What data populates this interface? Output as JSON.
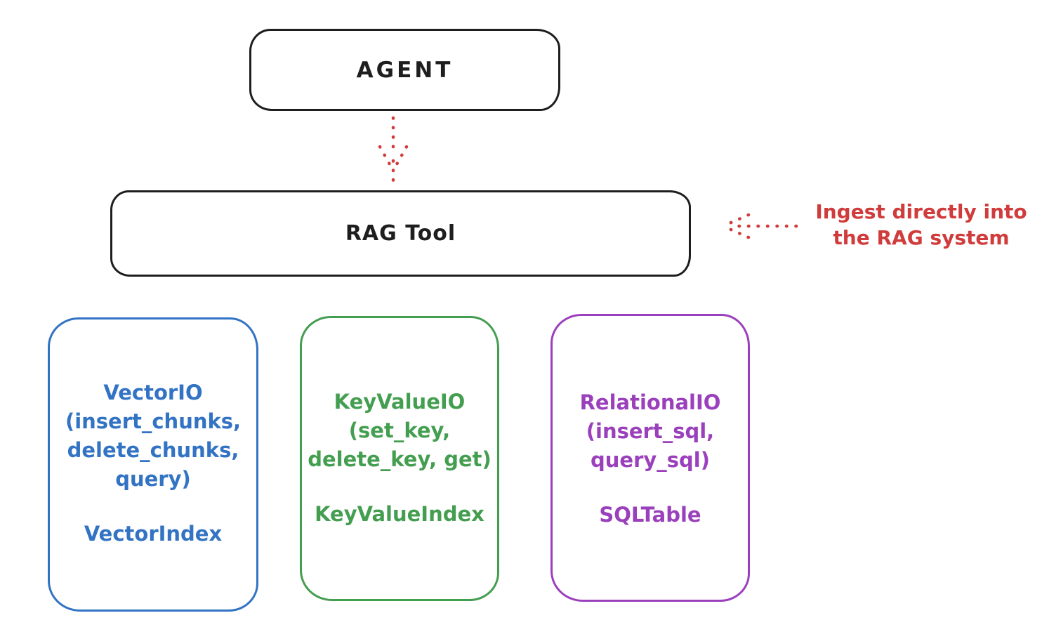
{
  "agent_box": {
    "label": "AGENT"
  },
  "rag_box": {
    "label": "RAG Tool"
  },
  "annotation": {
    "line1": "Ingest directly into",
    "line2": "the RAG system",
    "color": "#d03b3b"
  },
  "arrows": {
    "agent_to_rag": {
      "style": "dotted",
      "color": "#d03b3b",
      "direction": "down"
    },
    "annotation_to_rag": {
      "style": "dotted",
      "color": "#d03b3b",
      "direction": "left"
    }
  },
  "io_boxes": [
    {
      "id": "vector-io",
      "border_color": "#3273c4",
      "lines": [
        "VectorIO",
        "(insert_chunks,",
        "delete_chunks,",
        "query)"
      ],
      "index_label": "VectorIndex"
    },
    {
      "id": "keyvalue-io",
      "border_color": "#449e50",
      "lines": [
        "KeyValueIO",
        "(set_key,",
        "delete_key, get)"
      ],
      "index_label": "KeyValueIndex"
    },
    {
      "id": "relational-io",
      "border_color": "#9b40bc",
      "lines": [
        "RelationalIO",
        "(insert_sql,",
        "query_sql)"
      ],
      "index_label": "SQLTable"
    }
  ],
  "colors": {
    "stroke_black": "#1e1e1e",
    "red": "#d03b3b",
    "blue": "#3273c4",
    "green": "#449e50",
    "purple": "#9b40bc",
    "background": "#ffffff"
  }
}
